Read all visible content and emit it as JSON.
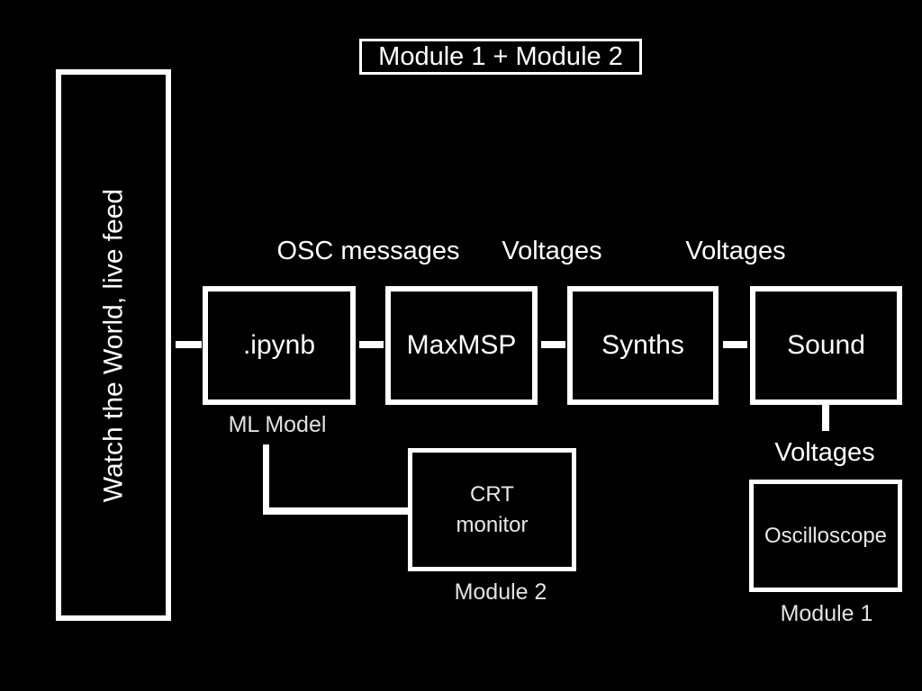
{
  "colors": {
    "background": "#000000",
    "stroke": "#ffffff",
    "text_bright": "#ffffff",
    "text_dim": "#e2e2e2"
  },
  "diagram": {
    "title": "Module 1 + Module 2",
    "input": {
      "label": "Watch the World, live feed"
    },
    "edge_labels": {
      "osc": "OSC messages",
      "voltages_1": "Voltages",
      "voltages_2": "Voltages",
      "voltages_3": "Voltages"
    },
    "nodes": {
      "ipynb": ".ipynb",
      "maxmsp": "MaxMSP",
      "synths": "Synths",
      "sound": "Sound",
      "crt": "CRT\nmonitor",
      "oscilloscope": "Oscilloscope"
    },
    "captions": {
      "ml_model": "ML Model",
      "module_2": "Module 2",
      "module_1": "Module 1"
    }
  }
}
